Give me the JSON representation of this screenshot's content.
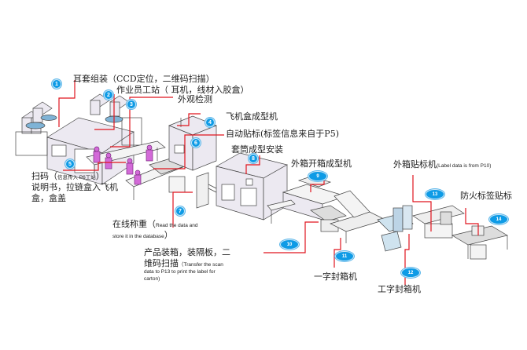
{
  "diagram": {
    "title": "Earphone assembly & packaging production line layout",
    "colors": {
      "callout_line": "#e0141e",
      "badge_fill": "#0e9be6",
      "machine_stroke": "#333333",
      "machine_fill": "#e9e6ef",
      "operator": "#d36ad8"
    },
    "stations": [
      {
        "id": "1",
        "label": "耳套组装（CCD定位，二维码扫描）"
      },
      {
        "id": "2",
        "label": "作业员工站（ 耳机，线材入胶盒）"
      },
      {
        "id": "3",
        "label": "外观检测"
      },
      {
        "id": "4",
        "label": "飞机盒成型机"
      },
      {
        "id": "5",
        "label_main": "扫码（",
        "label_note": "信息传入 P6工站",
        "label_close": "）",
        "label_line2": "说明书，拉链盒入飞机",
        "label_line3": "盒，盒盖"
      },
      {
        "id": "6",
        "label": "自动贴标(标签信息来自于P5)"
      },
      {
        "id": "7",
        "label_main": "在线称重（",
        "label_note": "Read the data and",
        "label_note2": "store it in the database",
        "label_close": "）"
      },
      {
        "id": "8",
        "label": "套筒成型安装"
      },
      {
        "id": "9",
        "label": "外箱开箱成型机"
      },
      {
        "id": "10",
        "label_line1": "产品装箱，装隔板，二",
        "label_line2_main": "维码扫描",
        "label_note": "（Transfer the scan",
        "label_note2": "data to P13 to print the label for",
        "label_note3": "carton)"
      },
      {
        "id": "11",
        "label": "一字封箱机"
      },
      {
        "id": "12",
        "label": "工字封箱机"
      },
      {
        "id": "13",
        "label_main": "外箱贴标机",
        "label_note": "(Label data is from P10)"
      },
      {
        "id": "14",
        "label": "防火标签贴标"
      }
    ]
  }
}
